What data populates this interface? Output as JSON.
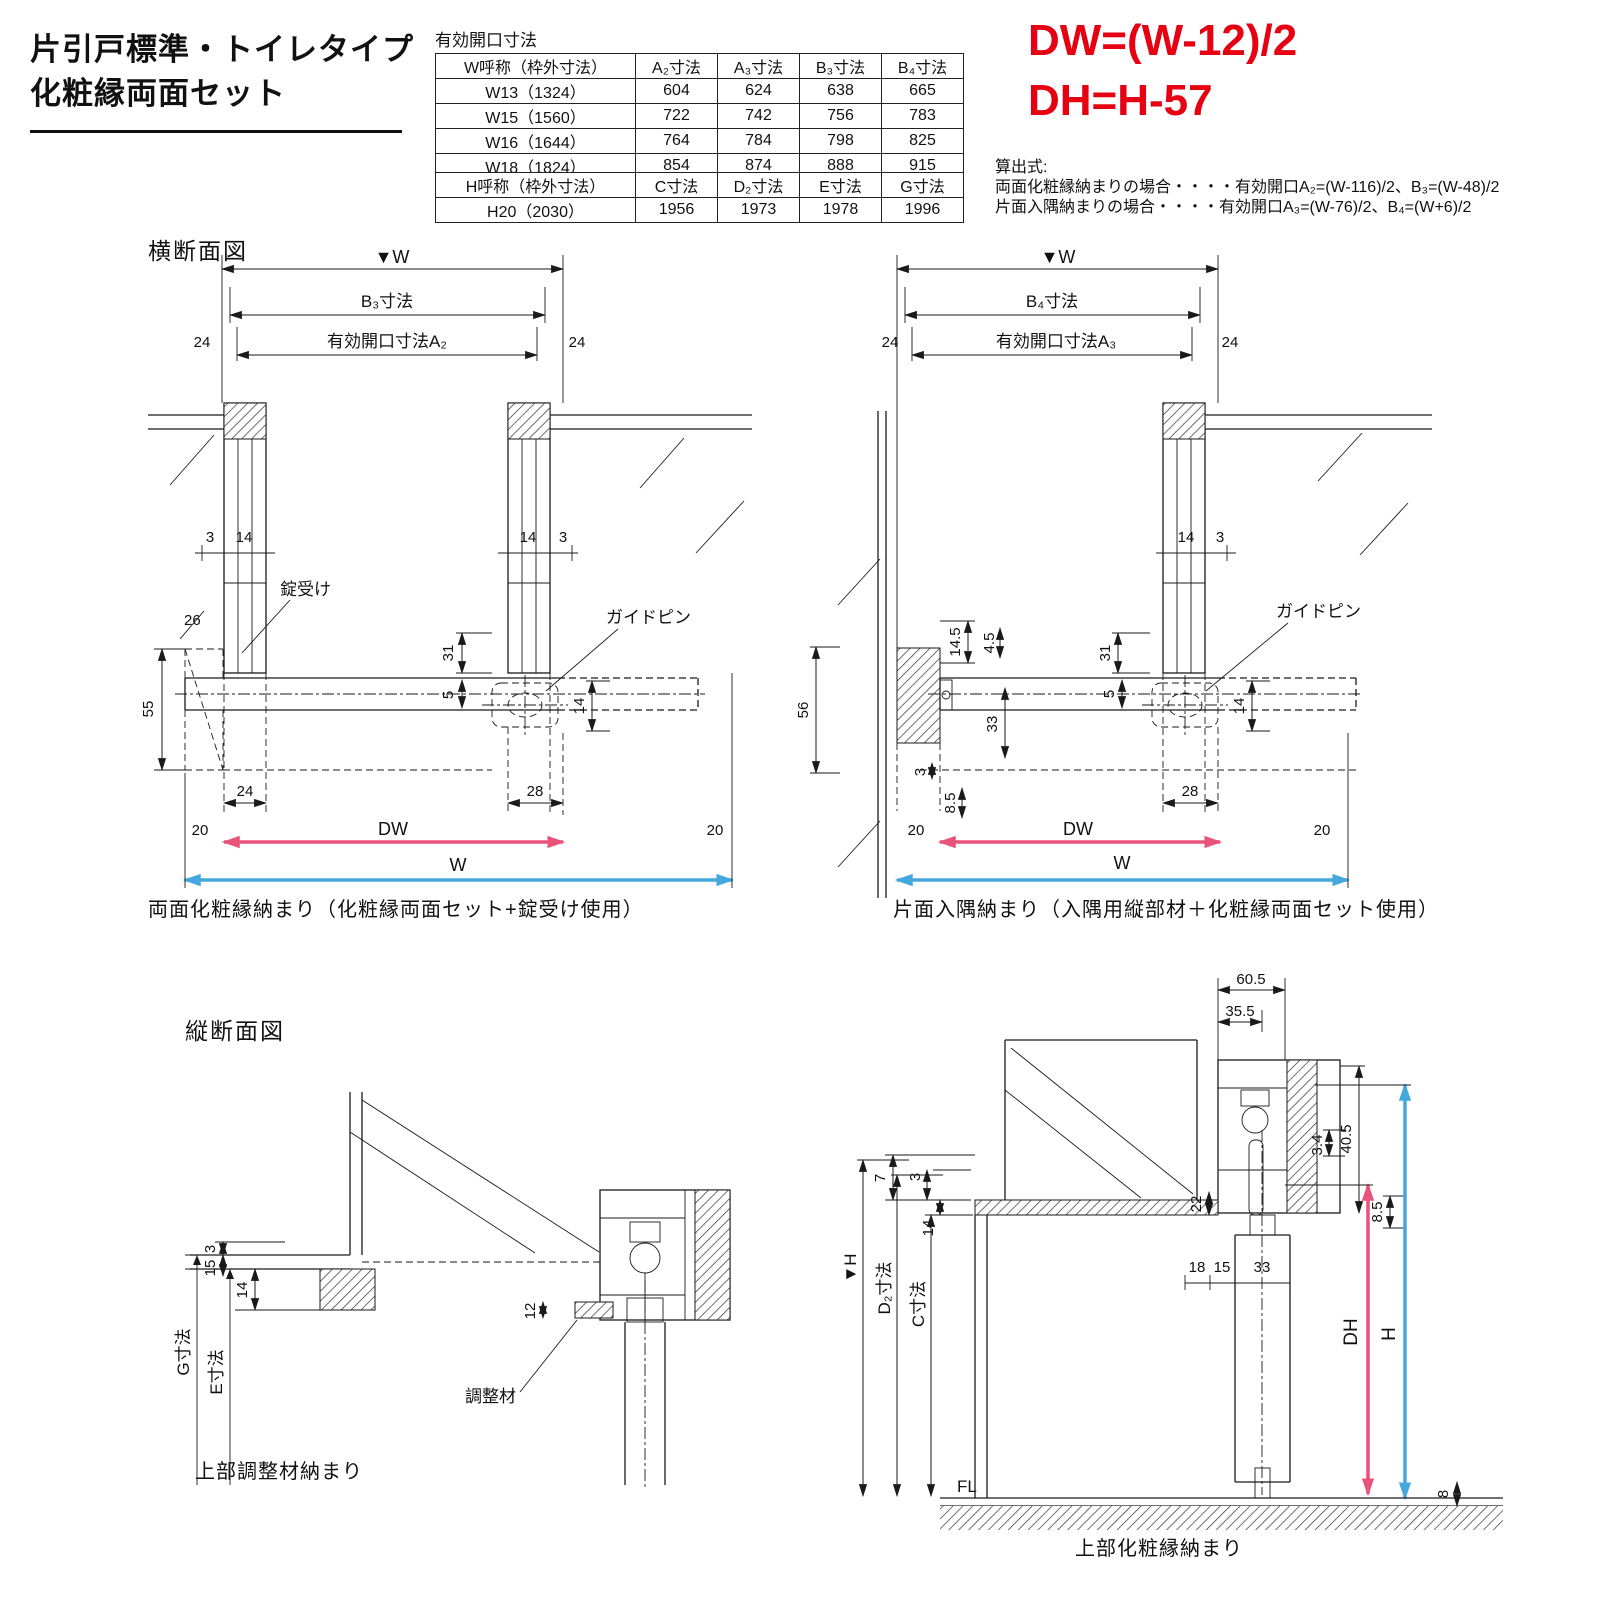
{
  "colors": {
    "formula_red": "#e60012",
    "arrow_pink": "#e8537a",
    "arrow_blue": "#45a8dc",
    "line": "#1a1a1a"
  },
  "title": {
    "line1": "片引戸標準・トイレタイプ",
    "line2": "化粧縁両面セット"
  },
  "formula": {
    "dw": "DW=(W-12)/2",
    "dh": "DH=H-57"
  },
  "calc_note": {
    "line1": "算出式:",
    "line2": "両面化粧縁納まりの場合・・・・有効開口A₂=(W-116)/2、B₃=(W-48)/2",
    "line3": "片面入隅納まりの場合・・・・有効開口A₃=(W-76)/2、B₄=(W+6)/2"
  },
  "opening_table": {
    "caption": "有効開口寸法",
    "headers": [
      "W呼称（枠外寸法）",
      "A₂寸法",
      "A₃寸法",
      "B₃寸法",
      "B₄寸法"
    ],
    "rows": [
      [
        "W13（1324）",
        "604",
        "624",
        "638",
        "665"
      ],
      [
        "W15（1560）",
        "722",
        "742",
        "756",
        "783"
      ],
      [
        "W16（1644）",
        "764",
        "784",
        "798",
        "825"
      ],
      [
        "W18（1824）",
        "854",
        "874",
        "888",
        "915"
      ]
    ]
  },
  "height_table": {
    "headers": [
      "H呼称（枠外寸法）",
      "C寸法",
      "D₂寸法",
      "E寸法",
      "G寸法"
    ],
    "rows": [
      [
        "H20（2030）",
        "1956",
        "1973",
        "1978",
        "1996"
      ]
    ]
  },
  "sections": {
    "horizontal": "横断面図",
    "vertical": "縦断面図"
  },
  "plan_left": {
    "w_top": "▼W",
    "b3": "B₃寸法",
    "a2": "有効開口寸法A₂",
    "d24_l": "24",
    "d24_r": "24",
    "d3_l": "3",
    "d14_l": "14",
    "d14_r": "14",
    "d3_r": "3",
    "lock_keeper": "錠受け",
    "d26": "26",
    "guide_pin": "ガイドピン",
    "d31": "31",
    "d5": "5",
    "d14_pin": "14",
    "d55": "55",
    "d24_b": "24",
    "d28": "28",
    "d20_l": "20",
    "dw": "DW",
    "d20_r": "20",
    "w": "W",
    "caption": "両面化粧縁納まり（化粧縁両面セット+錠受け使用）"
  },
  "plan_right": {
    "w_top": "▼W",
    "b4": "B₄寸法",
    "a3": "有効開口寸法A₃",
    "d24_l": "24",
    "d24_r": "24",
    "d14_r": "14",
    "d3_r": "3",
    "d145": "14.5",
    "d45": "4.5",
    "d31": "31",
    "d5": "5",
    "d33": "33",
    "d56": "56",
    "guide_pin": "ガイドピン",
    "d14_pin": "14",
    "d3_b": "3",
    "d85": "8.5",
    "d28": "28",
    "d20_l": "20",
    "dw": "DW",
    "d20_r": "20",
    "w": "W",
    "caption": "片面入隅納まり（入隅用縦部材＋化粧縁両面セット使用）"
  },
  "vert_left": {
    "d3": "3",
    "d15": "15",
    "d14": "14",
    "d12": "12",
    "g": "G寸法",
    "e": "E寸法",
    "adjuster": "調整材",
    "caption": "上部調整材納まり"
  },
  "vert_right": {
    "d605": "60.5",
    "d355": "35.5",
    "d7": "7",
    "d3": "3",
    "d14": "14",
    "d22": "22",
    "d34": "3.4",
    "d405": "40.5",
    "d85": "8.5",
    "d18": "18",
    "d15": "15",
    "d33": "33",
    "h_top": "▼H",
    "d2": "D₂寸法",
    "c": "C寸法",
    "dh": "DH",
    "h": "H",
    "fl": "FL",
    "d8": "8",
    "caption": "上部化粧縁納まり"
  }
}
